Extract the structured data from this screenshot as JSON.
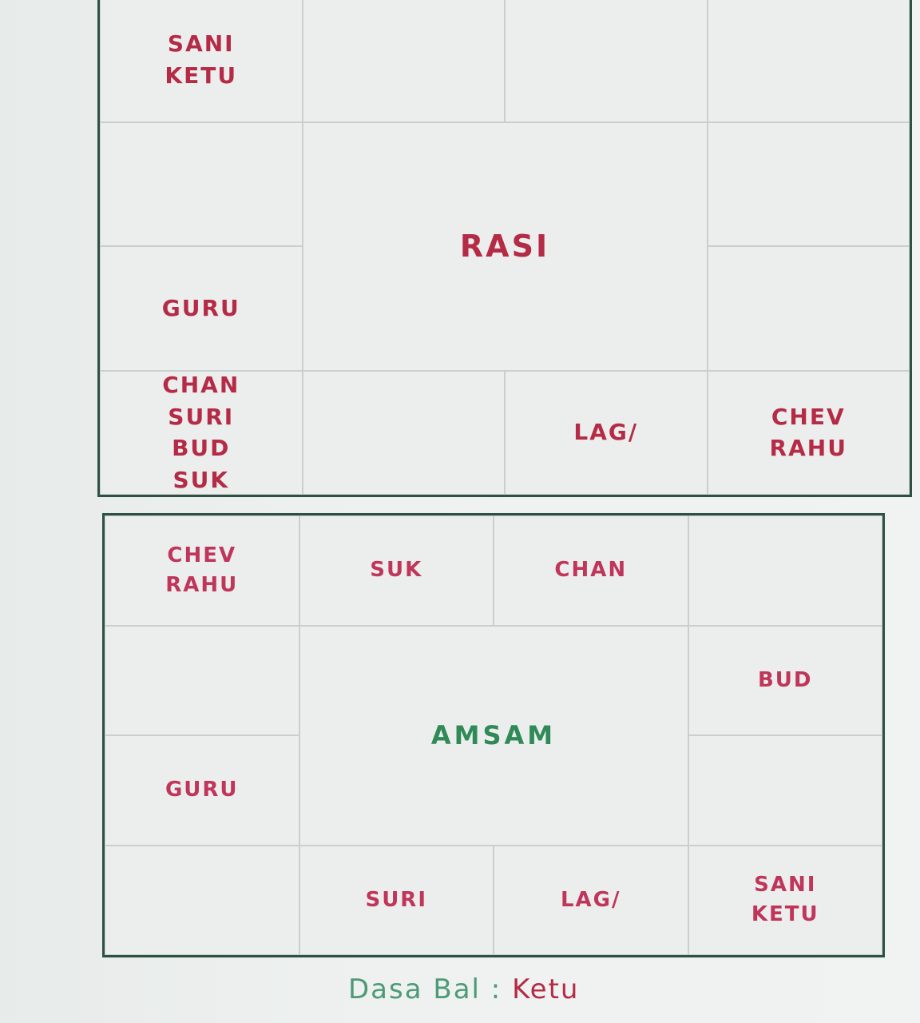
{
  "rasi": {
    "title": "RASI",
    "cells": {
      "r1c1": [
        "SANI",
        "KETU"
      ],
      "r1c2": [],
      "r1c3": [],
      "r1c4": [],
      "r2c1": [],
      "r2c4": [],
      "r3c1": [
        "GURU"
      ],
      "r3c4": [],
      "r4c1": [
        "CHAN",
        "SURI",
        "BUD",
        "SUK"
      ],
      "r4c2": [],
      "r4c3": [
        "LAG/"
      ],
      "r4c4": [
        "CHEV",
        "RAHU"
      ]
    }
  },
  "amsam": {
    "title": "AMSAM",
    "cells": {
      "r1c1": [
        "CHEV",
        "RAHU"
      ],
      "r1c2": [
        "SUK"
      ],
      "r1c3": [
        "CHAN"
      ],
      "r1c4": [],
      "r2c1": [],
      "r2c4": [
        "BUD"
      ],
      "r3c1": [
        "GURU"
      ],
      "r3c4": [],
      "r4c1": [],
      "r4c2": [
        "SURI"
      ],
      "r4c3": [
        "LAG/"
      ],
      "r4c4": [
        "SANI",
        "KETU"
      ]
    }
  },
  "dasa": {
    "label": "Dasa Bal",
    "separator": ":",
    "value": "Ketu"
  }
}
